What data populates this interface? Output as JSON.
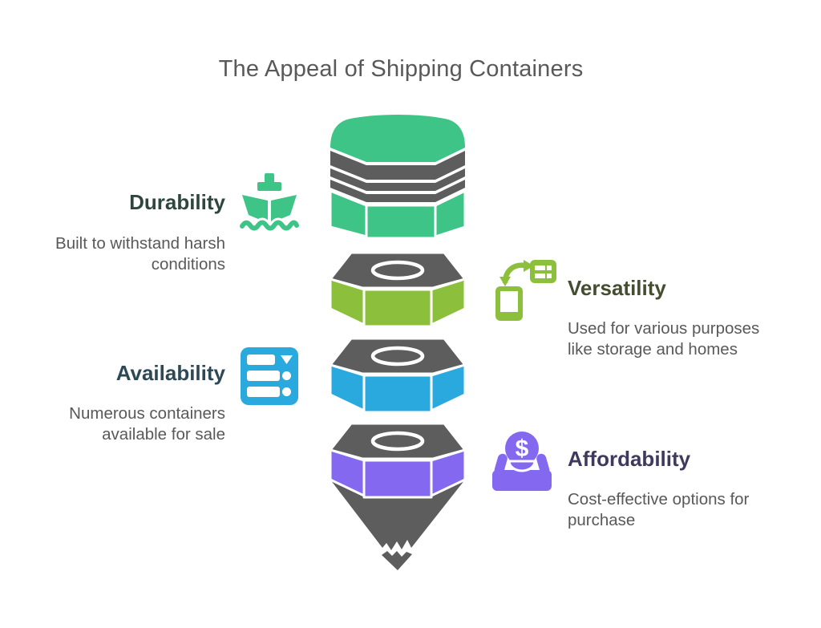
{
  "title": "The Appeal of Shipping Containers",
  "colors": {
    "green": "#3EC486",
    "lime": "#8CC03C",
    "blue": "#29A9DD",
    "purple": "#8469F0",
    "dark_gray": "#5D5D5D",
    "text_gray": "#595959",
    "heading_durability": "#2E463E",
    "heading_versatility": "#454D31",
    "heading_availability": "#2E4956",
    "heading_affordability": "#3E3A5E",
    "separator_white": "#FFFFFF"
  },
  "sections": {
    "durability": {
      "label": "Durability",
      "description": "Built to withstand harsh conditions",
      "icon": "ship-icon"
    },
    "versatility": {
      "label": "Versatility",
      "description": "Used for various purposes like storage and homes",
      "icon": "device-swap-icon"
    },
    "availability": {
      "label": "Availability",
      "description": "Numerous containers available for sale",
      "icon": "server-stack-icon"
    },
    "affordability": {
      "label": "Affordability",
      "description": "Cost-effective options for purchase",
      "icon": "coin-donation-icon",
      "coin_symbol": "$"
    }
  }
}
